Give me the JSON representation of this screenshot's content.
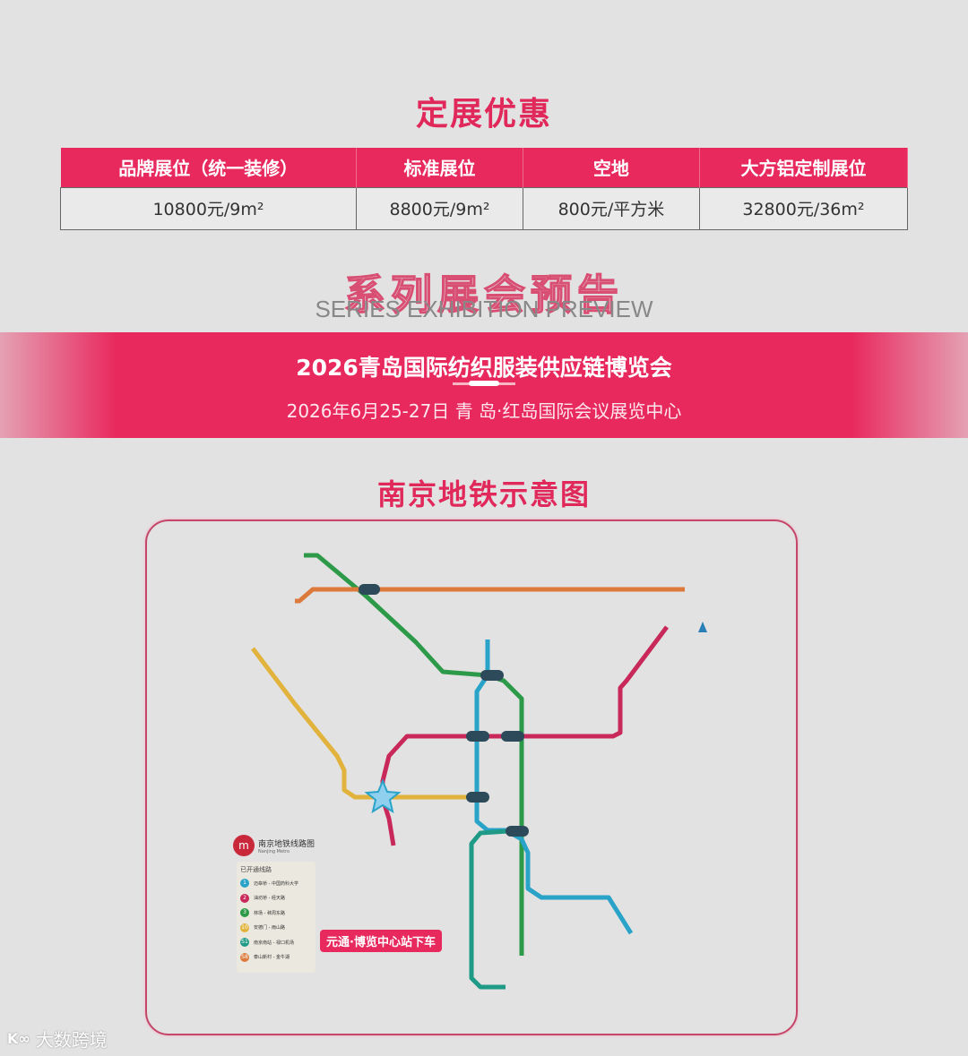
{
  "booking": {
    "title": "定展优惠",
    "columns": [
      "品牌展位（统一装修）",
      "标准展位",
      "空地",
      "大方铝定制展位"
    ],
    "prices": [
      "10800元/9m²",
      "8800元/9m²",
      "800元/平方米",
      "32800元/36m²"
    ]
  },
  "preview": {
    "title_cn": "系列展会预告",
    "title_en": "SERIES EXHIBITION PREVIEW"
  },
  "banner": {
    "title": "2026青岛国际纺织服装供应链博览会",
    "subtitle": "2026年6月25-27日  青 岛·红岛国际会议展览中心"
  },
  "metro": {
    "title": "南京地铁示意图",
    "logo_cn": "南京地铁线路图",
    "logo_en": "Nanjing Metro",
    "legend_title": "已开通线路",
    "lines": [
      {
        "num": "1",
        "label": "迈皋桥 - 中国药科大学",
        "color": "#2aa3c9"
      },
      {
        "num": "2",
        "label": "油坊桥 - 经天路",
        "color": "#c8285a"
      },
      {
        "num": "3",
        "label": "林场 - 秣周东路",
        "color": "#2c9a48"
      },
      {
        "num": "10",
        "label": "安德门 - 雨山路",
        "color": "#e1b33c"
      },
      {
        "num": "S1",
        "label": "南京南站 - 禄口机场",
        "color": "#1f9a86"
      },
      {
        "num": "S8",
        "label": "泰山新村 - 金牛湖",
        "color": "#dc7a3b"
      }
    ],
    "callout": "元通·博览中心站下车",
    "highlight_station": "元通"
  },
  "watermark": {
    "logo": "K∞",
    "text": "大数跨境"
  }
}
